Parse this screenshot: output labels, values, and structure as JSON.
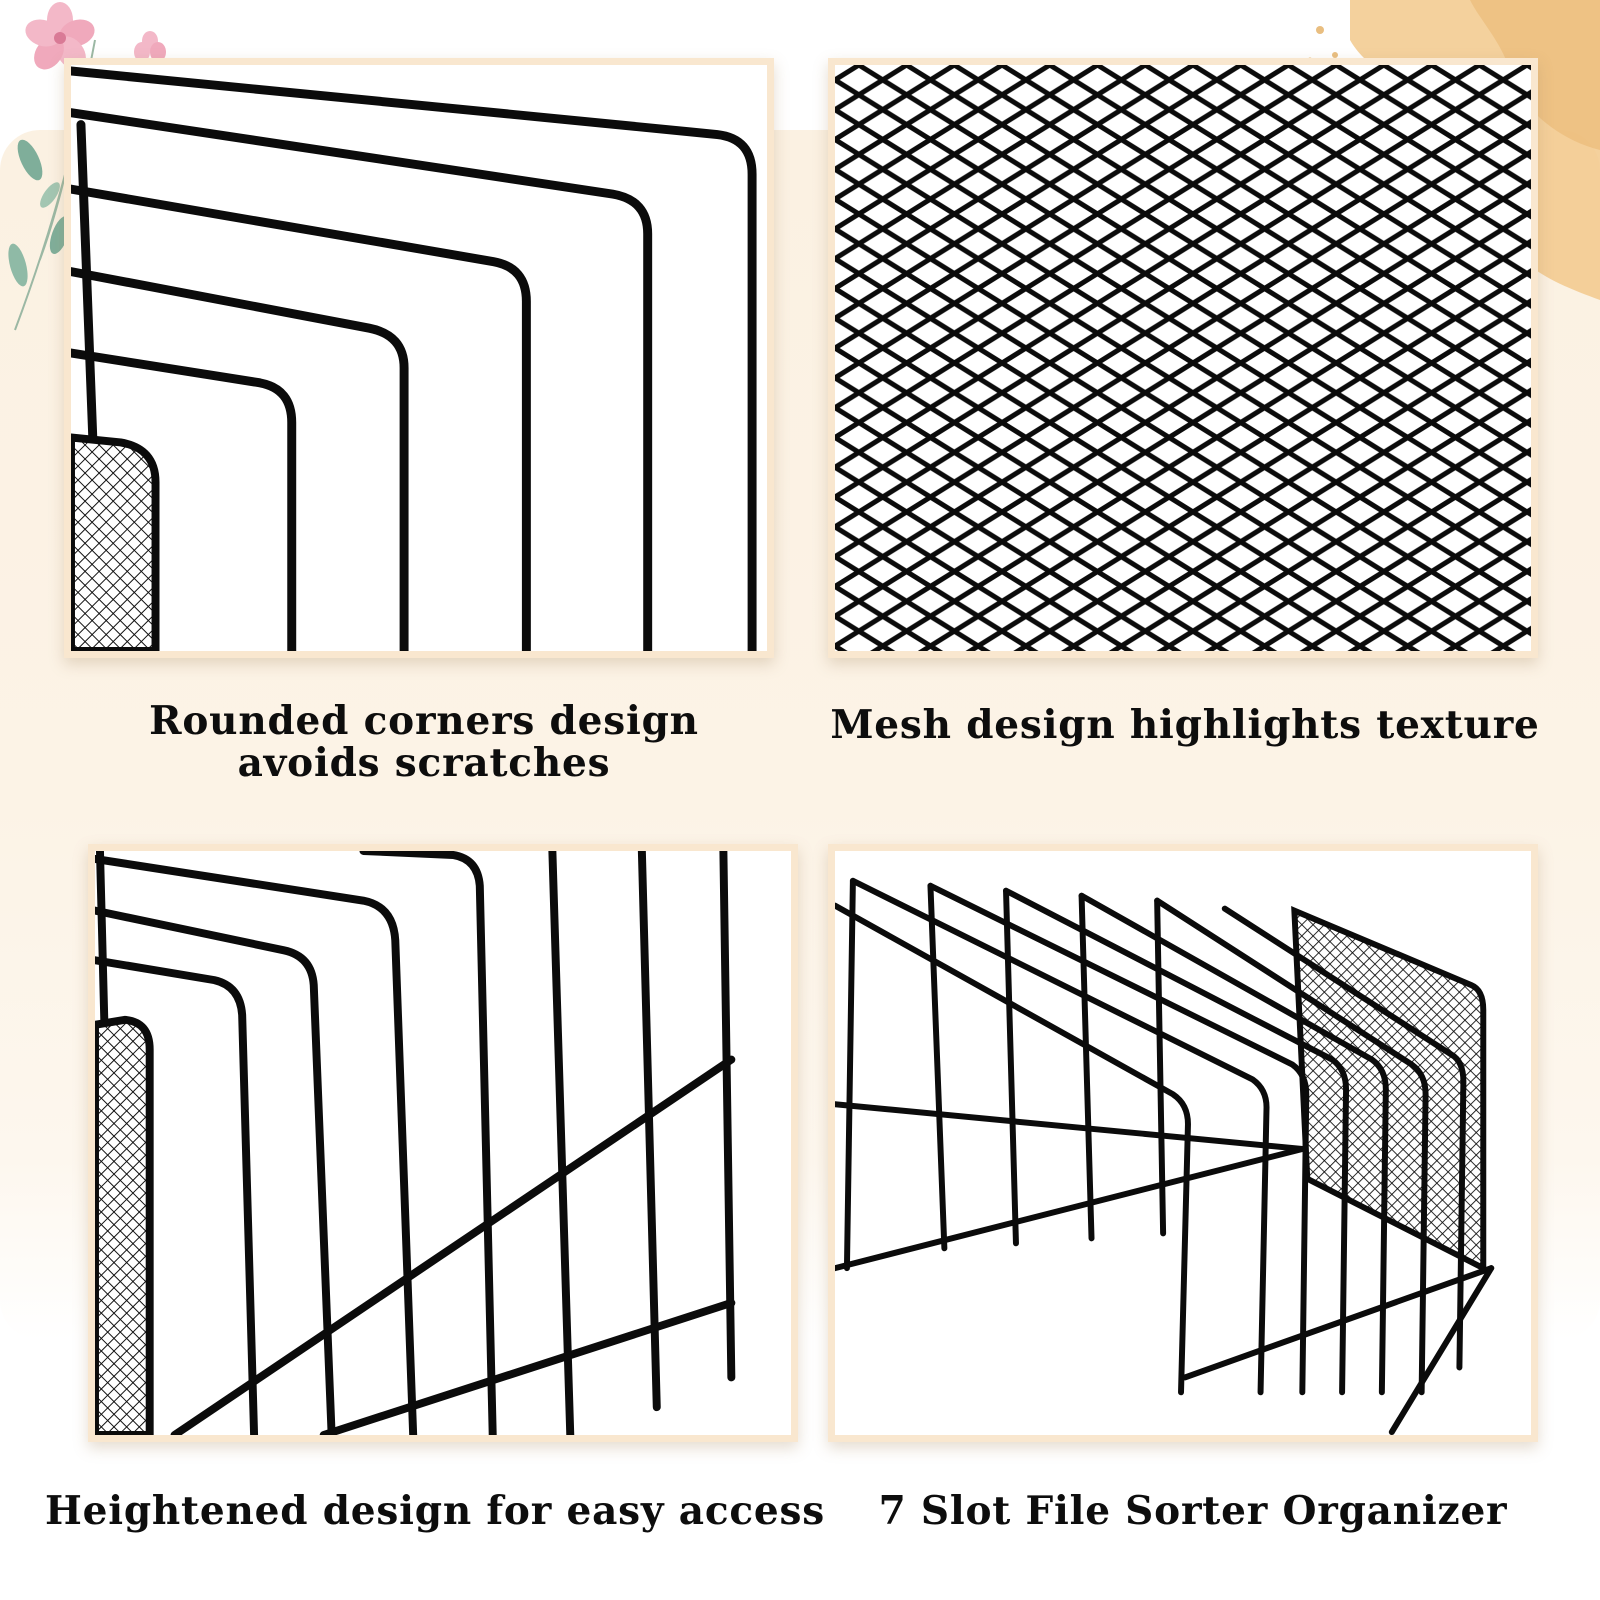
{
  "theme": {
    "background": "#fcf3e6",
    "card_border": "#f9e7cf",
    "wire_color": "#0b0b0b",
    "text_color": "#0d0d0d",
    "gold_accent": "#f2c98c",
    "flower_color": "#f3b8c8",
    "leaf_color": "#7fae9a"
  },
  "decorations": {
    "top_left": "pink-flower-and-leaves",
    "top_right": "gold-watercolor-splash"
  },
  "panels": [
    {
      "image": "rounded-corner-wire-dividers-closeup",
      "caption_line1": "Rounded corners design",
      "caption_line2": "avoids scratches"
    },
    {
      "image": "black-metal-mesh-closeup",
      "caption_line1": "Mesh design highlights texture"
    },
    {
      "image": "tall-wire-slots-closeup",
      "caption_line1": "Heightened design for easy access"
    },
    {
      "image": "seven-slot-file-sorter",
      "caption_line1": "7 Slot File Sorter Organizer"
    }
  ]
}
